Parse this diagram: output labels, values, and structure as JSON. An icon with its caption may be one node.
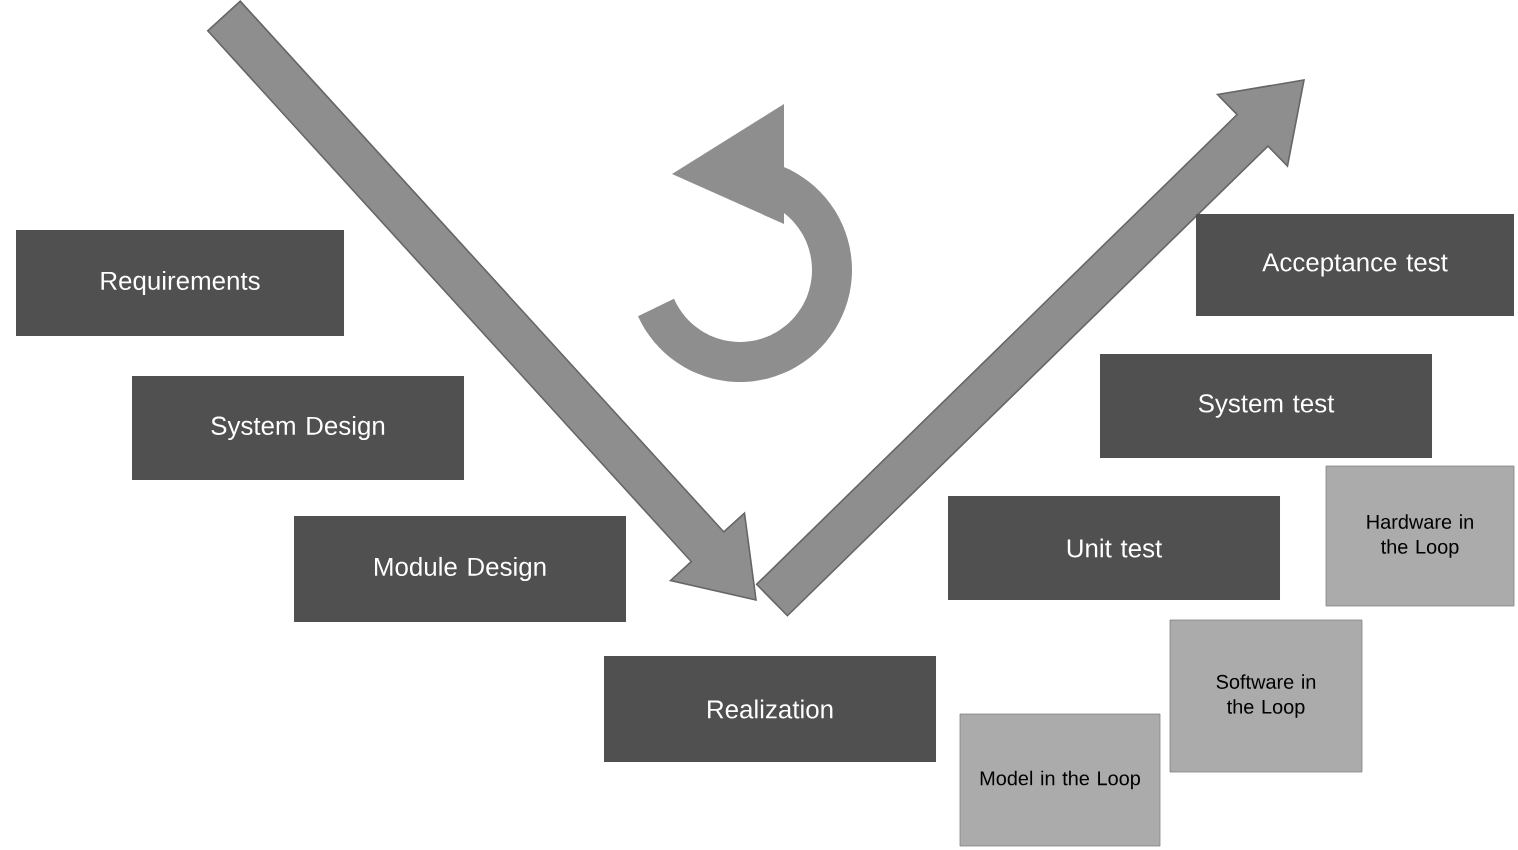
{
  "diagram": {
    "nodes": [
      {
        "text": [
          "Requirements"
        ]
      },
      {
        "text": [
          "System Design"
        ]
      },
      {
        "text": [
          "Module Design"
        ]
      },
      {
        "text": [
          "Realization"
        ]
      },
      {
        "text": [
          "Unit test"
        ]
      },
      {
        "text": [
          "System test"
        ]
      },
      {
        "text": [
          "Acceptance test"
        ]
      },
      {
        "text": [
          "Hardware in the Loop"
        ]
      },
      {
        "text": [
          "Software in the Loop"
        ]
      },
      {
        "text": [
          "Model in the Loop"
        ]
      }
    ]
  }
}
